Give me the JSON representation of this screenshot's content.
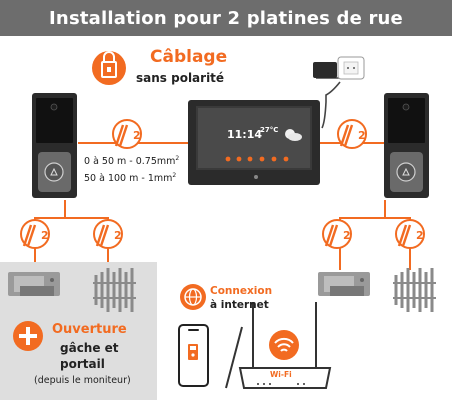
{
  "title": "Installation pour 2 platines de rue",
  "cablage": {
    "title": "Câblage",
    "subtitle": "sans polarité"
  },
  "specs": [
    {
      "range": "0 à 50 m - 0.75mm",
      "exp": "2"
    },
    {
      "range": "50 à 100 m - 1mm",
      "exp": "2"
    }
  ],
  "wire_count_label": "2",
  "monitor": {
    "time": "11:14",
    "temperature": "27°C"
  },
  "ouverture": {
    "title": "Ouverture",
    "line1": "gâche et",
    "line2": "portail",
    "note": "(depuis le moniteur)"
  },
  "connexion": {
    "title": "Connexion",
    "subtitle": "à internet"
  },
  "router_label": "Wi-Fi",
  "colors": {
    "accent": "#f26b21",
    "header": "#6d6d6d",
    "panel": "#dedede",
    "device": "#2b2b2b"
  },
  "icons": [
    "lock-icon",
    "plug-icon",
    "plus-icon",
    "globe-icon",
    "wifi-icon",
    "phone-icon",
    "router-icon",
    "electric-strike-icon",
    "gate-icon",
    "wire-icon"
  ]
}
